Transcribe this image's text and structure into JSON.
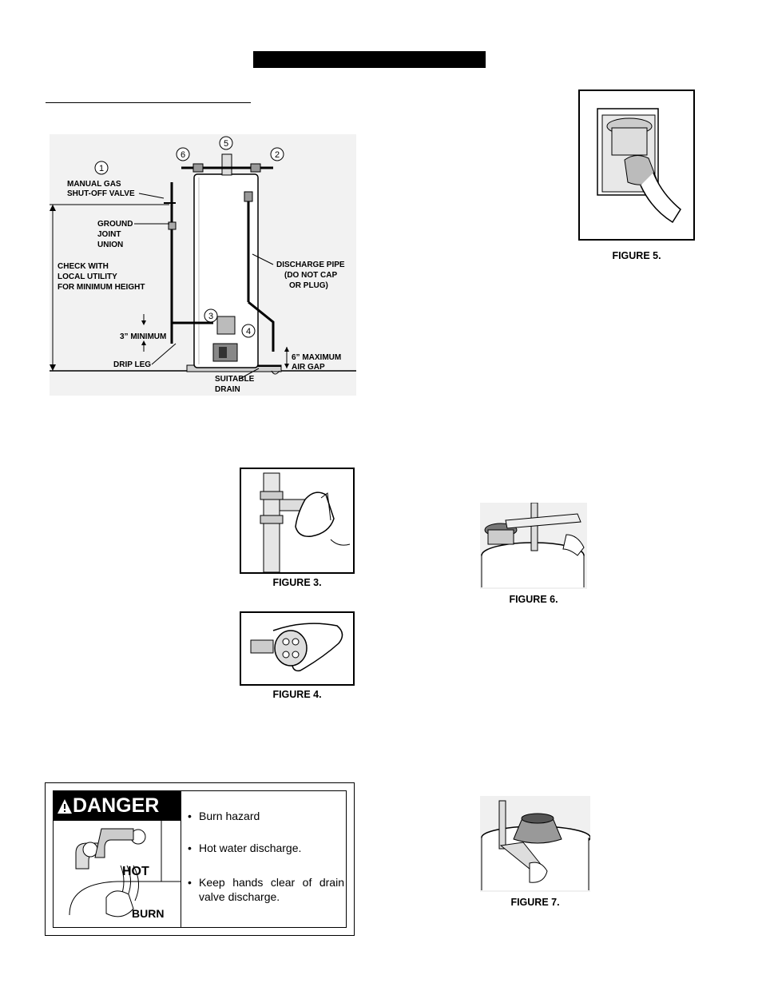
{
  "page": {
    "title_bar_text": "",
    "section_heading": ""
  },
  "figure_main": {
    "callouts": [
      "1",
      "2",
      "3",
      "4",
      "5",
      "6"
    ],
    "labels": {
      "manual_gas_1": "MANUAL GAS",
      "manual_gas_2": "SHUT-OFF VALVE",
      "ground_1": "GROUND",
      "ground_2": "JOINT",
      "ground_3": "UNION",
      "check_1": "CHECK WITH",
      "check_2": "LOCAL UTILITY",
      "check_3": "FOR MINIMUM HEIGHT",
      "three_min": "3” MINIMUM",
      "drip_leg": "DRIP LEG",
      "discharge_1": "DISCHARGE PIPE",
      "discharge_2": "(DO NOT CAP",
      "discharge_3": "OR PLUG)",
      "airgap_1": "6” MAXIMUM",
      "airgap_2": "AIR GAP",
      "drain_1": "SUITABLE",
      "drain_2": "DRAIN"
    }
  },
  "figures": {
    "fig3": "FIGURE 3.",
    "fig4": "FIGURE 4.",
    "fig5": "FIGURE 5.",
    "fig6": "FIGURE 6.",
    "fig7": "FIGURE 7."
  },
  "danger": {
    "heading": "DANGER",
    "items": [
      "Burn hazard",
      "Hot water discharge.",
      "Keep hands clear of drain valve discharge."
    ],
    "graphic_words": [
      "HOT",
      "BURN"
    ]
  }
}
